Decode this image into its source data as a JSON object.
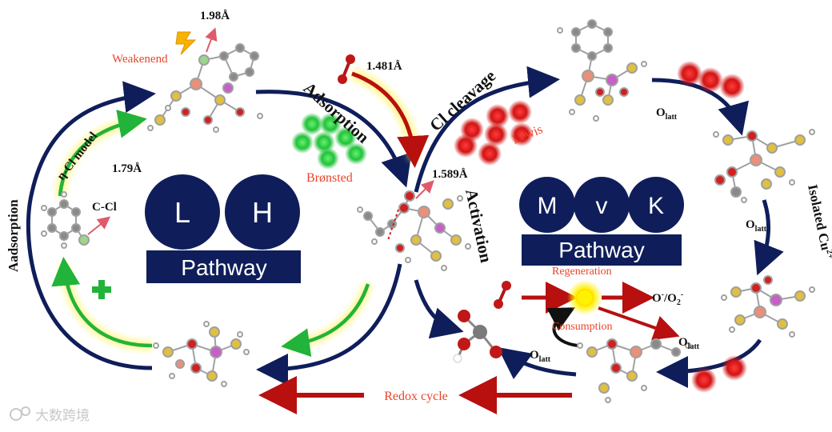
{
  "left": {
    "badges": [
      "L",
      "H"
    ],
    "pathway": "Pathway",
    "label_aadsorption": "Aadsorption",
    "label_ncl_model": "η-Cl model",
    "label_weakenend": "Weakenend",
    "distance_top": "1.98Å",
    "distance_ccl": "1.79Å",
    "label_ccl": "C-Cl"
  },
  "middle": {
    "label_adsorption": "Adsorption",
    "label_brønsted": "Brønsted",
    "distance_o2": "1.481Å",
    "distance_act": "1.589Å",
    "label_activation": "Activation"
  },
  "right": {
    "badges": [
      "M",
      "v",
      "K"
    ],
    "pathway": "Pathway",
    "label_cl_cleavage": "Cl cleavage",
    "label_lewis": "Lewis",
    "olatt_base": "O",
    "olatt_sub": "latt",
    "label_isolated": "Isolated Cu",
    "label_isolated_sub": "2+",
    "label_regeneration": "Regeneration",
    "label_consumption": "Consumption",
    "label_o_species": "O",
    "label_o_species_rest": "/O",
    "label_o_species_sub": "2",
    "label_o_species_sup": "-"
  },
  "bottom": {
    "label_redox": "Redox cycle",
    "watermark": "大数跨境"
  },
  "colors": {
    "navy": "#0f1e5a",
    "red_arrow": "#b80f0f",
    "green": "#22b33a",
    "orange_text": "#e8452a",
    "ball_red": "#d11414",
    "ball_green": "#22c23a"
  }
}
